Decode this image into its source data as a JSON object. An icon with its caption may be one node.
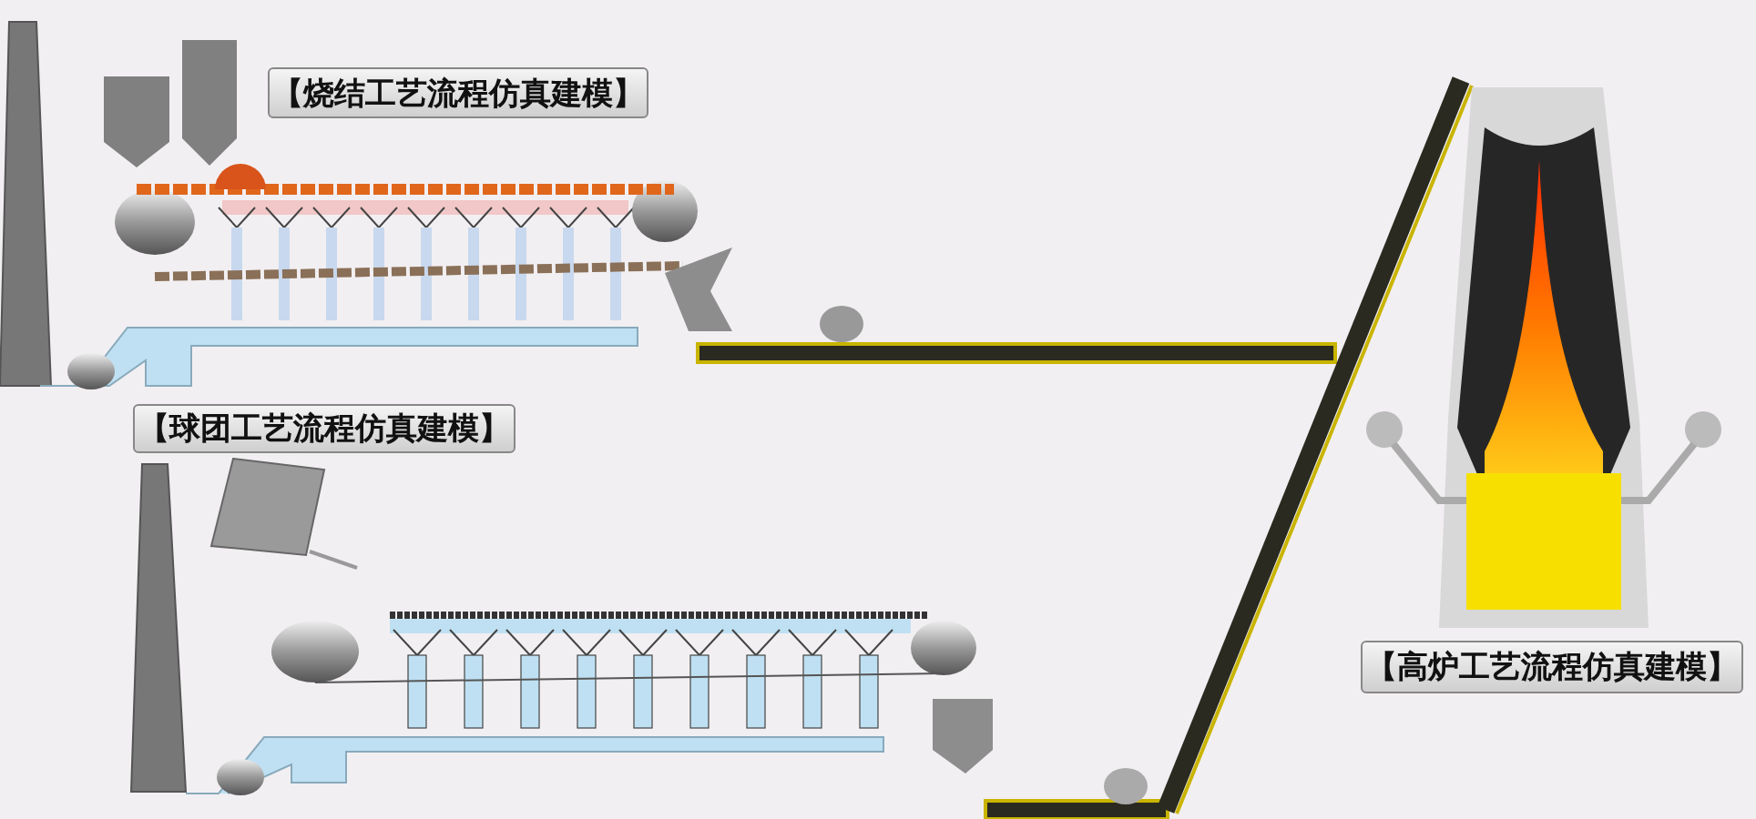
{
  "diagram": {
    "nodes": [
      {
        "text": [
          "【烧结工艺流程仿真建模】"
        ]
      },
      {
        "text": [
          "【球团工艺流程仿真建模】"
        ]
      },
      {
        "text": [
          "【高炉工艺流程仿真建模】"
        ]
      }
    ]
  }
}
